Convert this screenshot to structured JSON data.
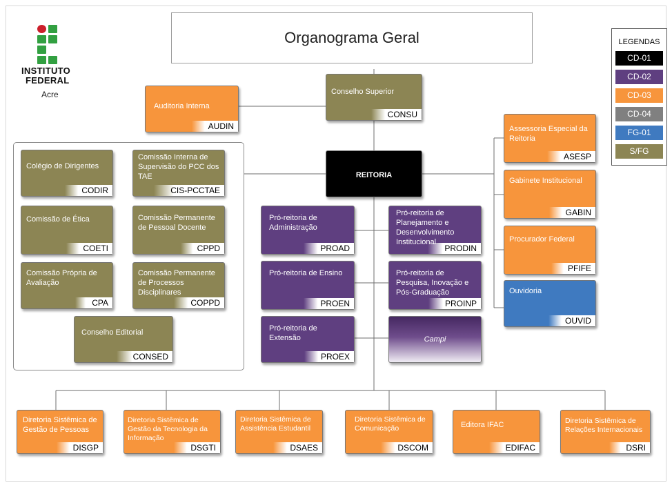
{
  "header": {
    "title": "Organograma Geral"
  },
  "logo": {
    "line1": "INSTITUTO",
    "line2": "FEDERAL",
    "line3": "Acre"
  },
  "legend": {
    "title": "LEGENDAS",
    "items": [
      {
        "label": "CD-01",
        "color": "#000000"
      },
      {
        "label": "CD-02",
        "color": "#5f3f80"
      },
      {
        "label": "CD-03",
        "color": "#f7953c"
      },
      {
        "label": "CD-04",
        "color": "#808080"
      },
      {
        "label": "FG-01",
        "color": "#3f7ac0"
      },
      {
        "label": "S/FG",
        "color": "#8c8554"
      }
    ]
  },
  "units": {
    "consu": {
      "label": "Conselho Superior",
      "code": "CONSU"
    },
    "audin": {
      "label": "Auditoria Interna",
      "code": "AUDIN"
    },
    "reitoria": {
      "label": "REITORIA"
    },
    "codir": {
      "label": "Colégio de Dirigentes",
      "code": "CODIR"
    },
    "cispcctae": {
      "label": "Comissão Interna de Supervisão do PCC dos TAE",
      "code": "CIS-PCCTAE"
    },
    "coeti": {
      "label": "Comissão de Ética",
      "code": "COETI"
    },
    "cppd": {
      "label": "Comissão Permanente de Pessoal Docente",
      "code": "CPPD"
    },
    "cpa": {
      "label": "Comissão Própria de Avaliação",
      "code": "CPA"
    },
    "coppd": {
      "label": "Comissão Permanente de Processos Disciplinares",
      "code": "COPPD"
    },
    "consed": {
      "label": "Conselho Editorial",
      "code": "CONSED"
    },
    "proad": {
      "label": "Pró-reitoria de Administração",
      "code": "PROAD"
    },
    "prodin": {
      "label": "Pró-reitoria de Planejamento e Desenvolvimento Institucional",
      "code": "PRODIN"
    },
    "proen": {
      "label": "Pró-reitoria de Ensino",
      "code": "PROEN"
    },
    "proinp": {
      "label": "Pró-reitoria de Pesquisa, Inovação e Pós-Graduação",
      "code": "PROINP"
    },
    "proex": {
      "label": "Pró-reitoria de Extensão",
      "code": "PROEX"
    },
    "campi": {
      "label": "Campi"
    },
    "asesp": {
      "label": "Assessoria Especial da Reitoria",
      "code": "ASESP"
    },
    "gabin": {
      "label": "Gabinete Institucional",
      "code": "GABIN"
    },
    "pfife": {
      "label": "Procurador Federal",
      "code": "PFIFE"
    },
    "ouvid": {
      "label": "Ouvidoria",
      "code": "OUVID"
    },
    "disgp": {
      "label": "Diretoria Sistêmica de Gestão de Pessoas",
      "code": "DISGP"
    },
    "dsgti": {
      "label": "Diretoria Sistêmica de Gestão da Tecnologia da Informação",
      "code": "DSGTI"
    },
    "dsaes": {
      "label": "Diretoria Sistêmica de Assistência Estudantil",
      "code": "DSAES"
    },
    "dscom": {
      "label": "Diretoria Sistêmica de Comunicação",
      "code": "DSCOM"
    },
    "edifac": {
      "label": "Editora IFAC",
      "code": "EDIFAC"
    },
    "dsri": {
      "label": "Diretoria Sistêmica de Relações Internacionais",
      "code": "DSRI"
    }
  }
}
